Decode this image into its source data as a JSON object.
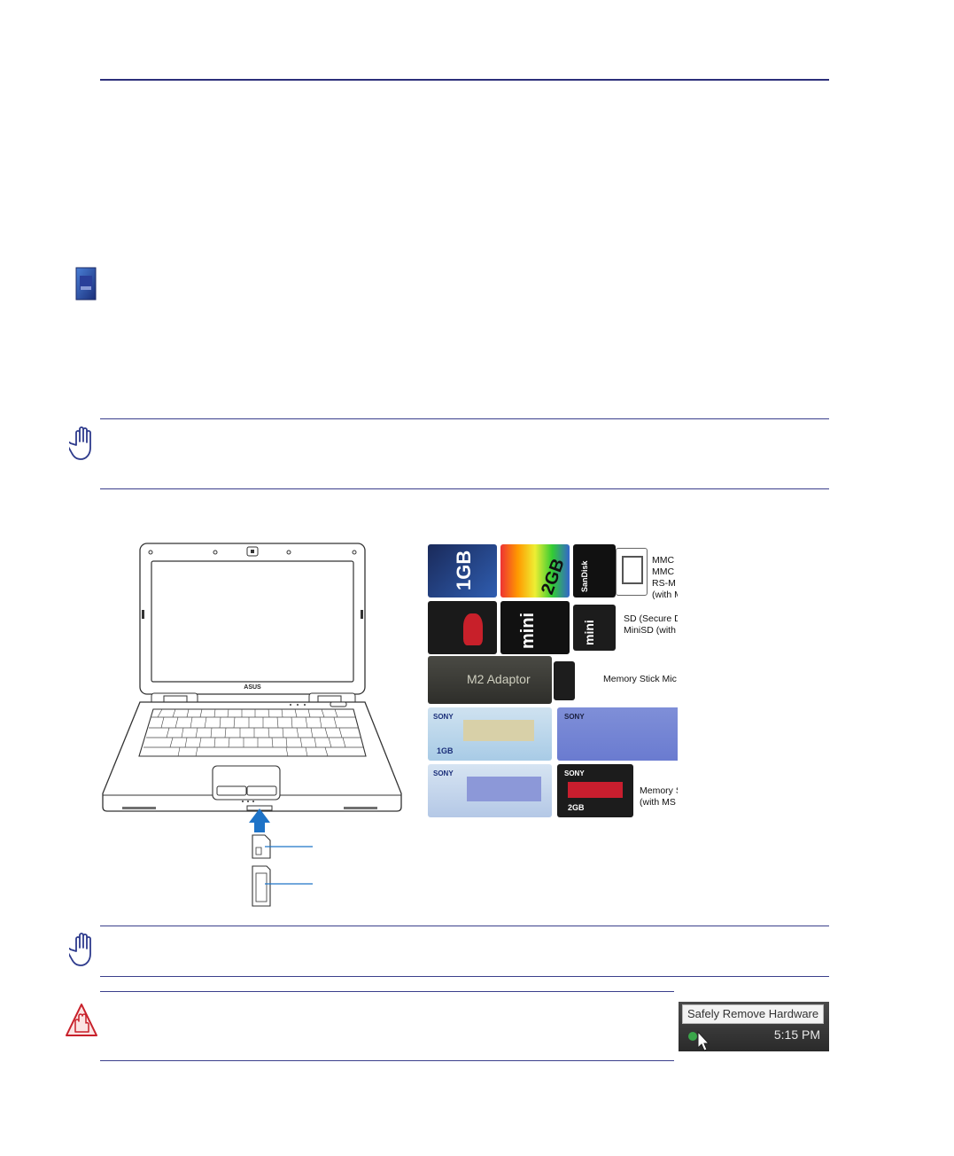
{
  "cards": {
    "cf_label": "1GB",
    "cf2_label": "2GB",
    "sandisk_label": "SanDisk",
    "mini_label": "mini",
    "adaptor_label": "M2 Adaptor",
    "sony_label": "SONY",
    "msgb_label": "1GB",
    "ms2gb_label": "2GB"
  },
  "labels": {
    "mmc": "MMC\nMMC\nRS-M\n(with M",
    "sd": "SD (Secure D\nMiniSD (with",
    "ms_micro": "Memory Stick Mic",
    "ms": "Memory S\n(with MS"
  },
  "taskbar": {
    "tooltip": "Safely Remove Hardware",
    "clock": "5:15 PM"
  },
  "laptop": {
    "brand": "ASUS"
  }
}
